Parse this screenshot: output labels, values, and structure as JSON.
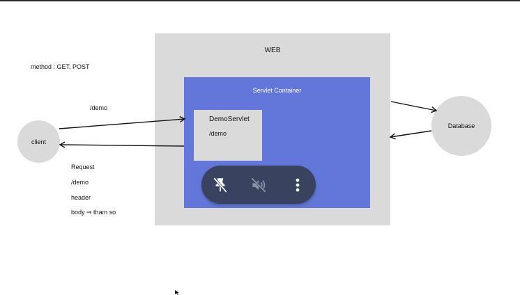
{
  "diagram": {
    "web_label": "WEB",
    "container_label": "Servlet Container",
    "servlet": {
      "name": "DemoServlet",
      "path": "/demo"
    },
    "client_label": "client",
    "database_label": "Database",
    "method_note": "method : GET, POST",
    "request_path_label": "/demo",
    "request_details": {
      "title": "Request",
      "path": "/demo",
      "header": "header",
      "body": "body ⇒ tham so"
    }
  },
  "overlay_toolbar": {
    "pin_icon": "pin-off-icon",
    "mute_icon": "volume-off-icon",
    "more_icon": "more-vertical-icon"
  },
  "colors": {
    "web_box": "#dadada",
    "container": "#6277d9",
    "toolbar": "#39425e"
  }
}
